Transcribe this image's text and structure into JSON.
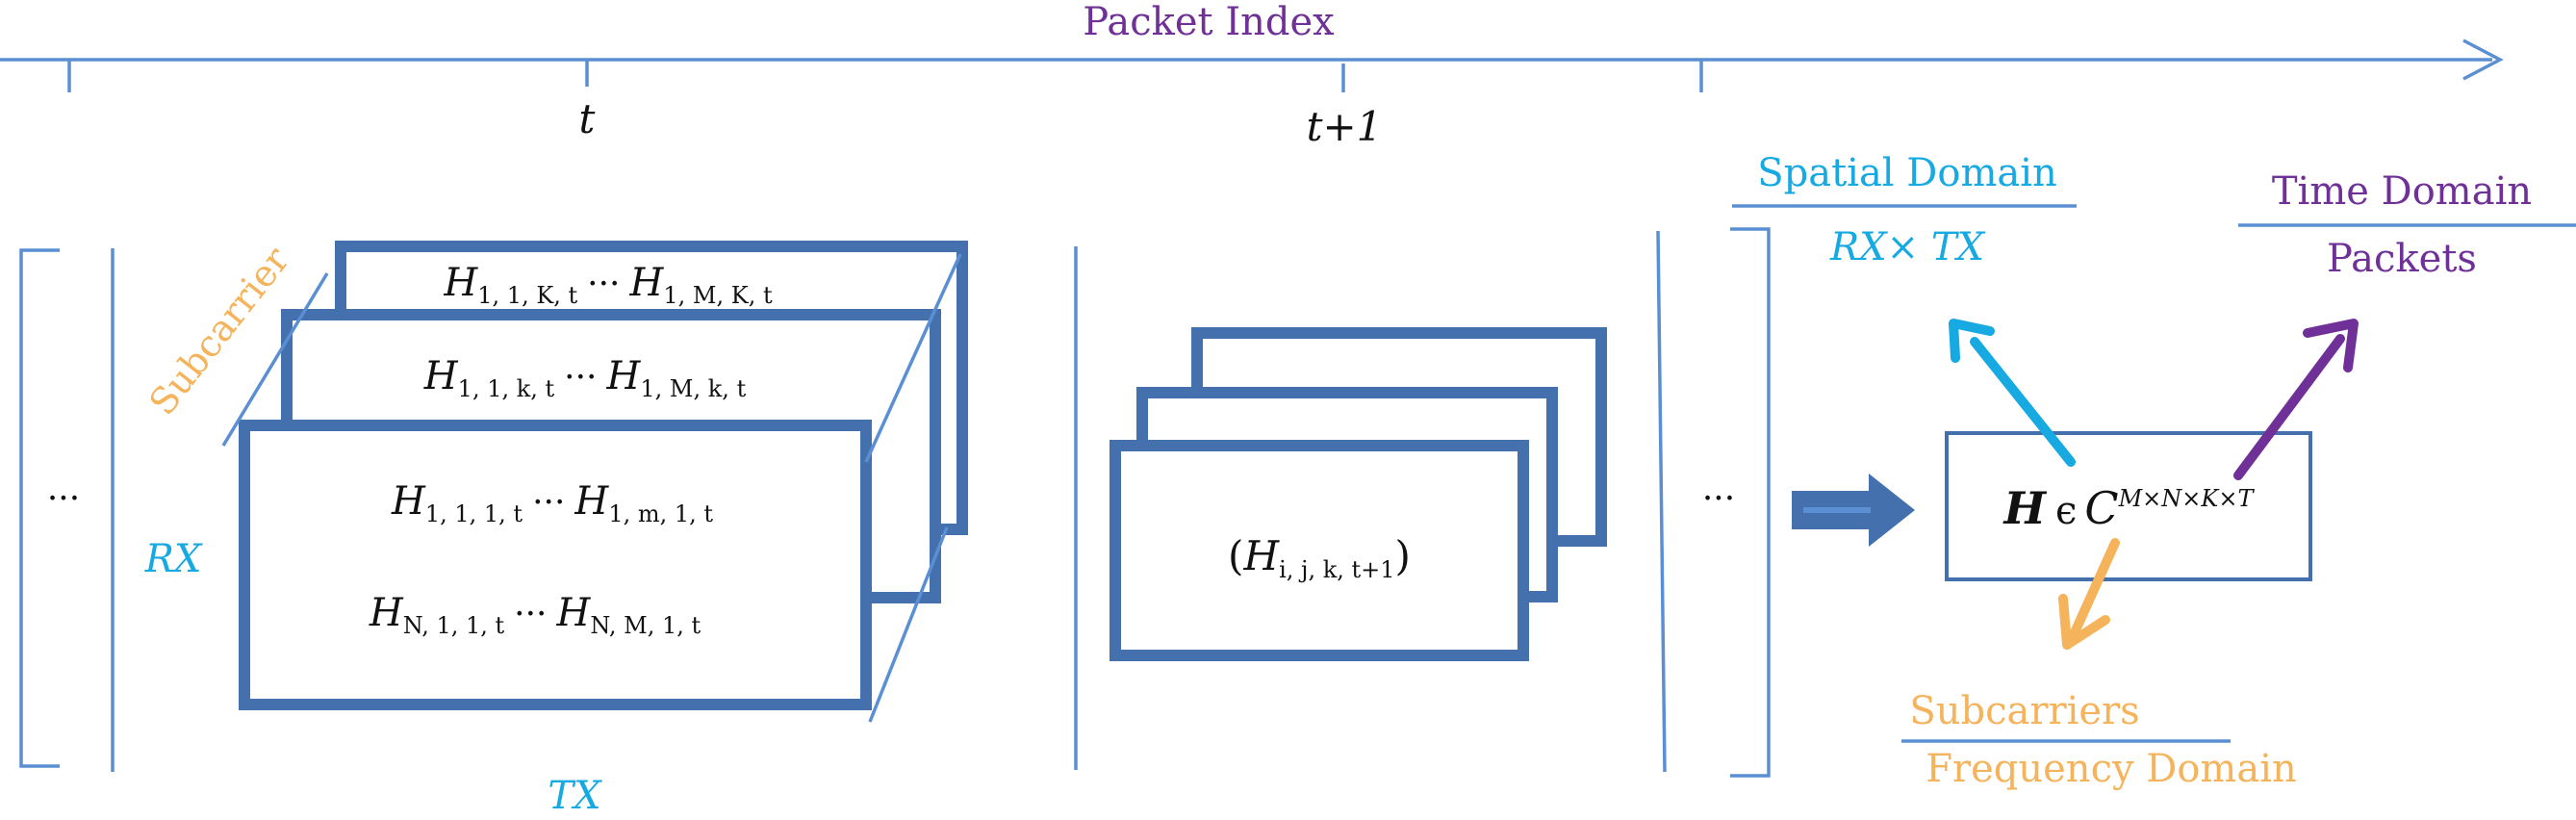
{
  "colors": {
    "axis": "#5b8fd4",
    "frame": "#4470ad",
    "purple": "#6f3197",
    "cyan": "#17a9e1",
    "orange": "#f5b35c",
    "text": "#111111"
  },
  "axis": {
    "title": "Packet Index",
    "tick_t": "t",
    "tick_t1": "t+1"
  },
  "left_block": {
    "ellipsis": "···",
    "rx_label": "RX",
    "tx_label": "TX",
    "subcarrier_label": "Subcarrier",
    "back_frame": {
      "h1": "H",
      "s1": "1, 1, K, t",
      "dots": "···",
      "h2": "H",
      "s2": "1, M, K, t"
    },
    "mid_frame": {
      "h1": "H",
      "s1": "1, 1, k, t",
      "dots": "···",
      "h2": "H",
      "s2": "1, M, k, t"
    },
    "front_frame": {
      "row1": {
        "h1": "H",
        "s1": "1, 1, 1, t",
        "dots": "···",
        "h2": "H",
        "s2": "1, m, 1, t"
      },
      "row2": {
        "h1": "H",
        "s1": "N, 1, 1, t",
        "dots": "···",
        "h2": "H",
        "s2": "N, M, 1, t"
      }
    }
  },
  "middle_block": {
    "open_paren": "(",
    "h": "H",
    "sub": "i, j, k, t+1",
    "close_paren": ")"
  },
  "right_ellipsis": "···",
  "result_box": {
    "bold_h": "H",
    "element_of": "ϵ",
    "c": "C",
    "superscript": "M×N×K×T"
  },
  "labels": {
    "spatial_domain": "Spatial Domain",
    "rx_tx": "RX× TX",
    "time_domain": "Time Domain",
    "packets": "Packets",
    "subcarriers": "Subcarriers",
    "frequency_domain": "Frequency Domain"
  }
}
